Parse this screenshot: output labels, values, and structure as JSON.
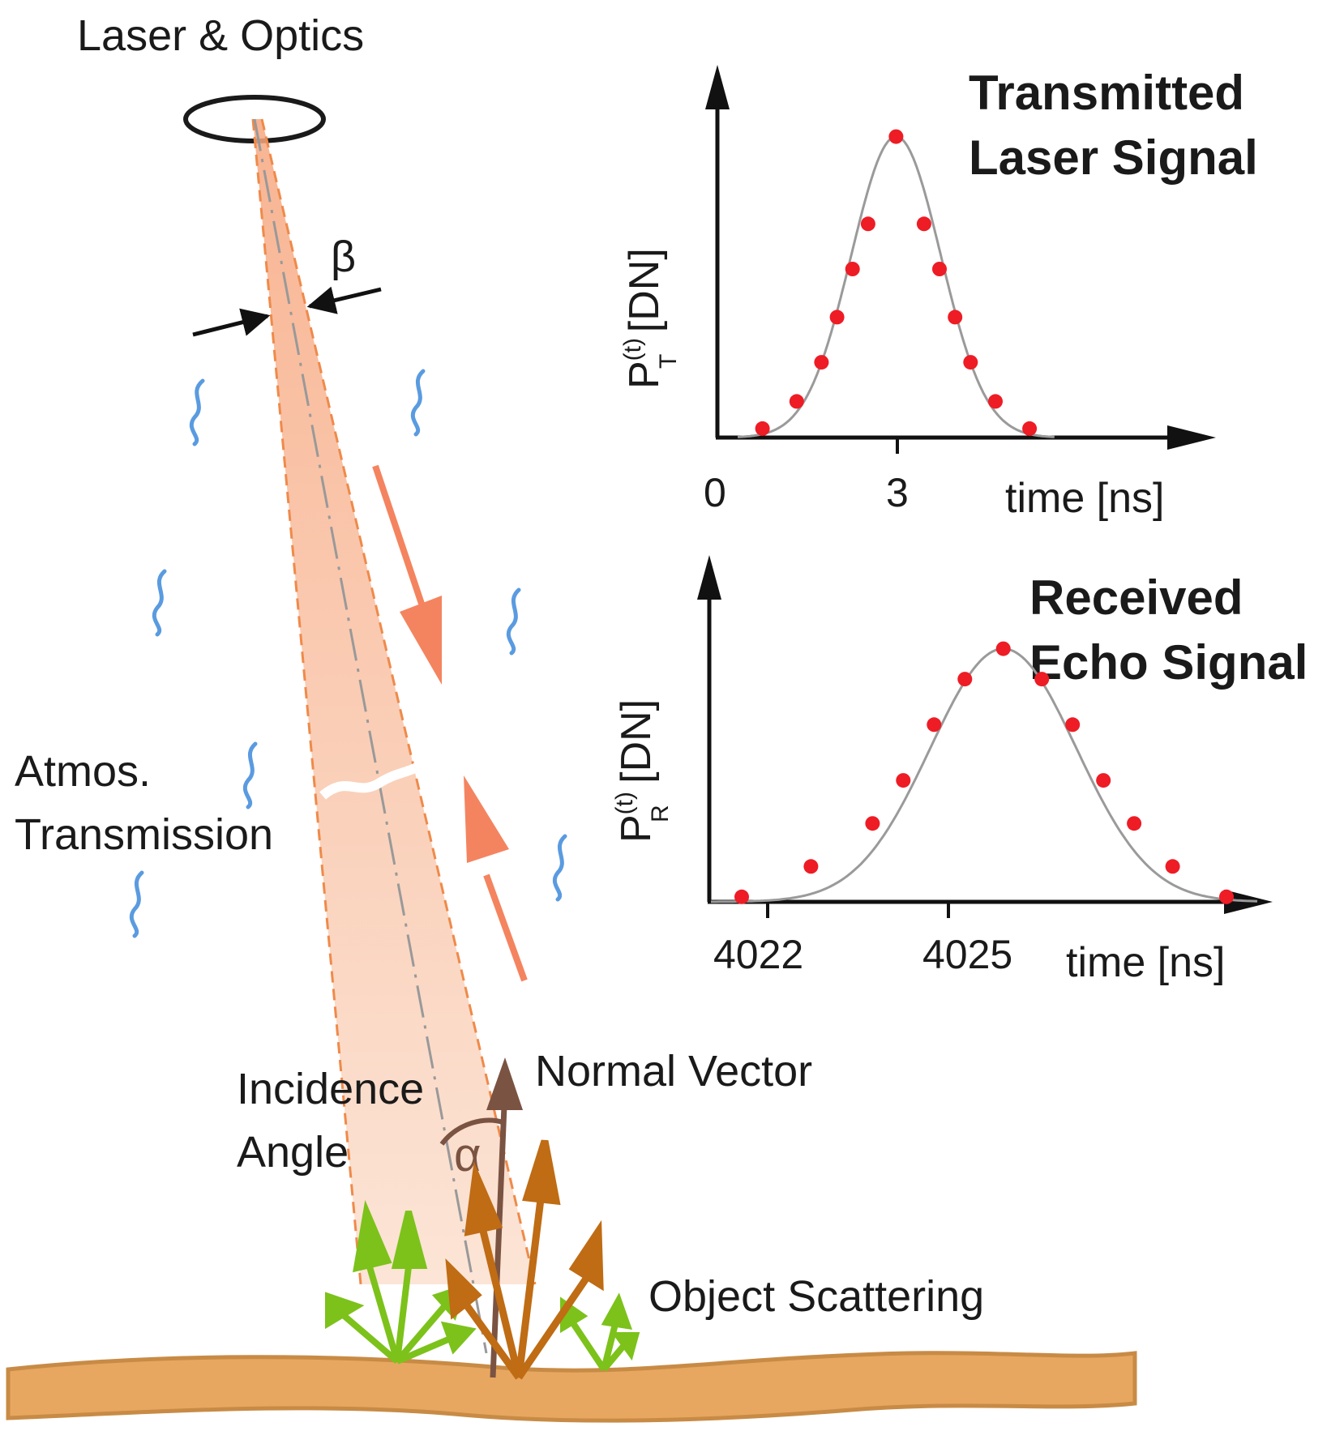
{
  "labels": {
    "laser_optics": "Laser & Optics",
    "beta": "β",
    "atmos_line1": "Atmos.",
    "atmos_line2": "Transmission",
    "incidence_line1": "Incidence",
    "incidence_line2": "Angle",
    "alpha": "α",
    "normal_vector": "Normal Vector",
    "object_scattering": "Object Scattering"
  },
  "colors": {
    "beam_fill": "#f6b89a",
    "beam_edge": "#ef8a4a",
    "flow_arrow": "#f4845f",
    "normal_arrow": "#7b5342",
    "scatter_arrow": "#bf6c14",
    "vegetation": "#7cc21a",
    "ground": "#e8a760",
    "ground_edge": "#c88b45",
    "turbulence": "#5a9be0",
    "data_point": "#ee1c25",
    "fit_curve": "#9a9a9a"
  },
  "chart_data": [
    {
      "type": "scatter",
      "title_line1": "Transmitted",
      "title_line2": "Laser Signal",
      "ylabel_main": "P",
      "ylabel_sup": "(t)",
      "ylabel_sub": "T",
      "ylabel_unit": " [DN]",
      "xlabel": "time [ns]",
      "xticks": [
        "0",
        "3"
      ],
      "xlim": [
        0,
        8
      ],
      "ylim": [
        0,
        1.05
      ],
      "x": [
        0.7,
        1.25,
        1.65,
        1.9,
        2.15,
        2.4,
        2.85,
        3.3,
        3.55,
        3.8,
        4.05,
        4.45,
        5.0
      ],
      "y": [
        0.03,
        0.12,
        0.25,
        0.4,
        0.56,
        0.71,
        1.0,
        0.71,
        0.56,
        0.4,
        0.25,
        0.12,
        0.03
      ],
      "fit_mu": 2.85,
      "fit_sigma": 0.72
    },
    {
      "type": "scatter",
      "title_line1": "Received",
      "title_line2": "Echo Signal",
      "ylabel_main": "P",
      "ylabel_sup": "(t)",
      "ylabel_sub": "R",
      "ylabel_unit": " [DN]",
      "xlabel": "time [ns]",
      "xticks": [
        "4022",
        "4025"
      ],
      "xlim": [
        4021.2,
        4028.5
      ],
      "ylim": [
        0,
        1.05
      ],
      "x": [
        4021.6,
        4022.5,
        4023.3,
        4023.7,
        4024.1,
        4024.5,
        4025.0,
        4025.5,
        4025.9,
        4026.3,
        4026.7,
        4027.2,
        4027.9
      ],
      "y": [
        0.02,
        0.14,
        0.31,
        0.48,
        0.7,
        0.88,
        1.0,
        0.88,
        0.7,
        0.48,
        0.31,
        0.14,
        0.02
      ],
      "fit_mu": 4025.0,
      "fit_sigma": 0.95
    }
  ]
}
